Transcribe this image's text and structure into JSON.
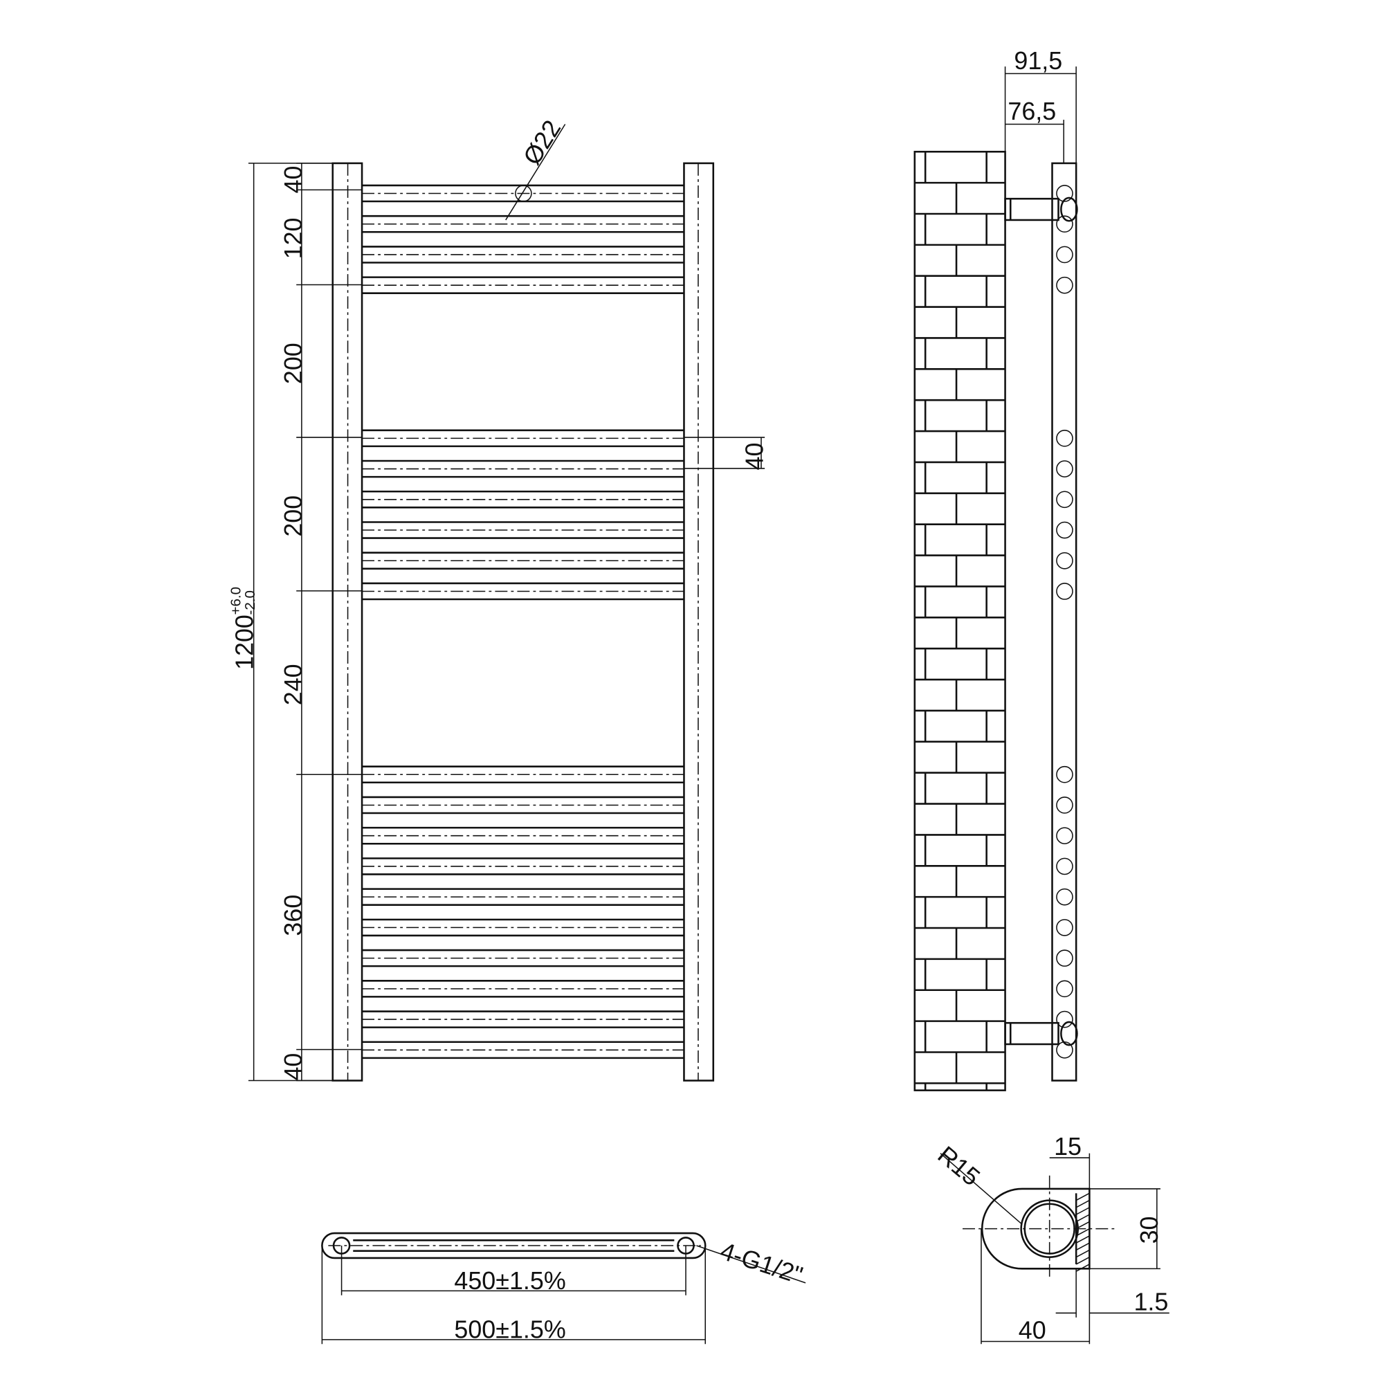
{
  "front_view": {
    "overall_height": {
      "value": "1200",
      "tol_plus": "+6.0",
      "tol_minus": "-2.0"
    },
    "spacing_labels": [
      "40",
      "120",
      "200",
      "200",
      "240",
      "360",
      "40"
    ],
    "tube_diameter": "Ø22",
    "tube_pitch": "40",
    "tube_groups": [
      4,
      6,
      10
    ]
  },
  "side_view": {
    "depth_outer": "91,5",
    "depth_inner": "76,5"
  },
  "top_view": {
    "centers": "450±1.5%",
    "width": "500±1.5%",
    "connections": "4-G1/2\""
  },
  "bracket_detail": {
    "radius": "R15",
    "flange": "15",
    "height": "30",
    "thickness": "1.5",
    "depth": "40"
  }
}
